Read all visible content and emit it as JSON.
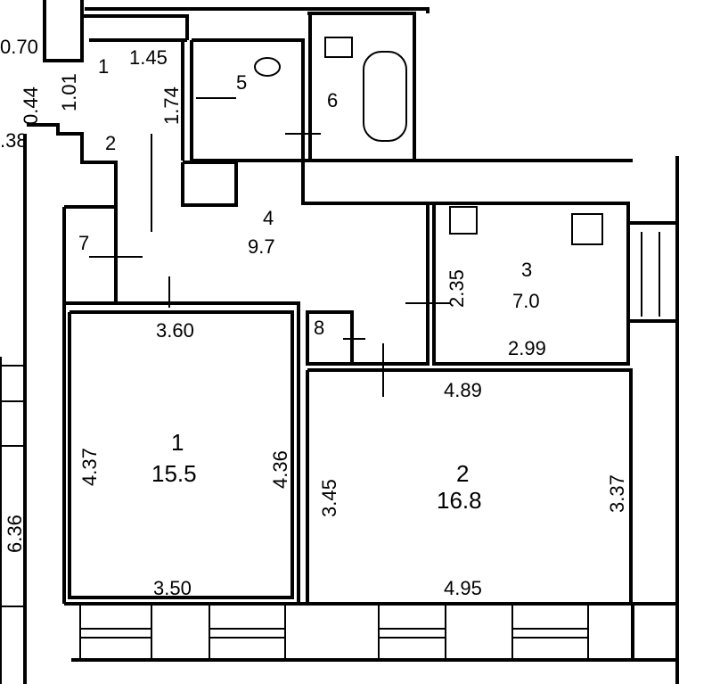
{
  "rooms": {
    "r1_num": "1",
    "r1_area": "15.5",
    "r2_num": "2",
    "r2_area": "16.8",
    "r3_num": "3",
    "r3_area": "7.0",
    "r4_num": "4",
    "r4_area": "9.7",
    "r5_num": "5",
    "r6_num": "6",
    "r7_num": "7",
    "r8_num": "8",
    "hall1_num": "1",
    "hall2_num": "2"
  },
  "dimensions": {
    "d070": "0.70",
    "d145": "1.45",
    "d101": "1.01",
    "d044": "0.44",
    "d174": "1.74",
    "d038": ".38",
    "d235": "2.35",
    "d360": "3.60",
    "d299": "2.99",
    "d489": "4.89",
    "d437": "4.37",
    "d436": "4.36",
    "d345": "3.45",
    "d337": "3.37",
    "d636": "6.36",
    "d350": "3.50",
    "d495": "4.95"
  },
  "colors": {
    "line": "#000000",
    "background": "#ffffff"
  }
}
